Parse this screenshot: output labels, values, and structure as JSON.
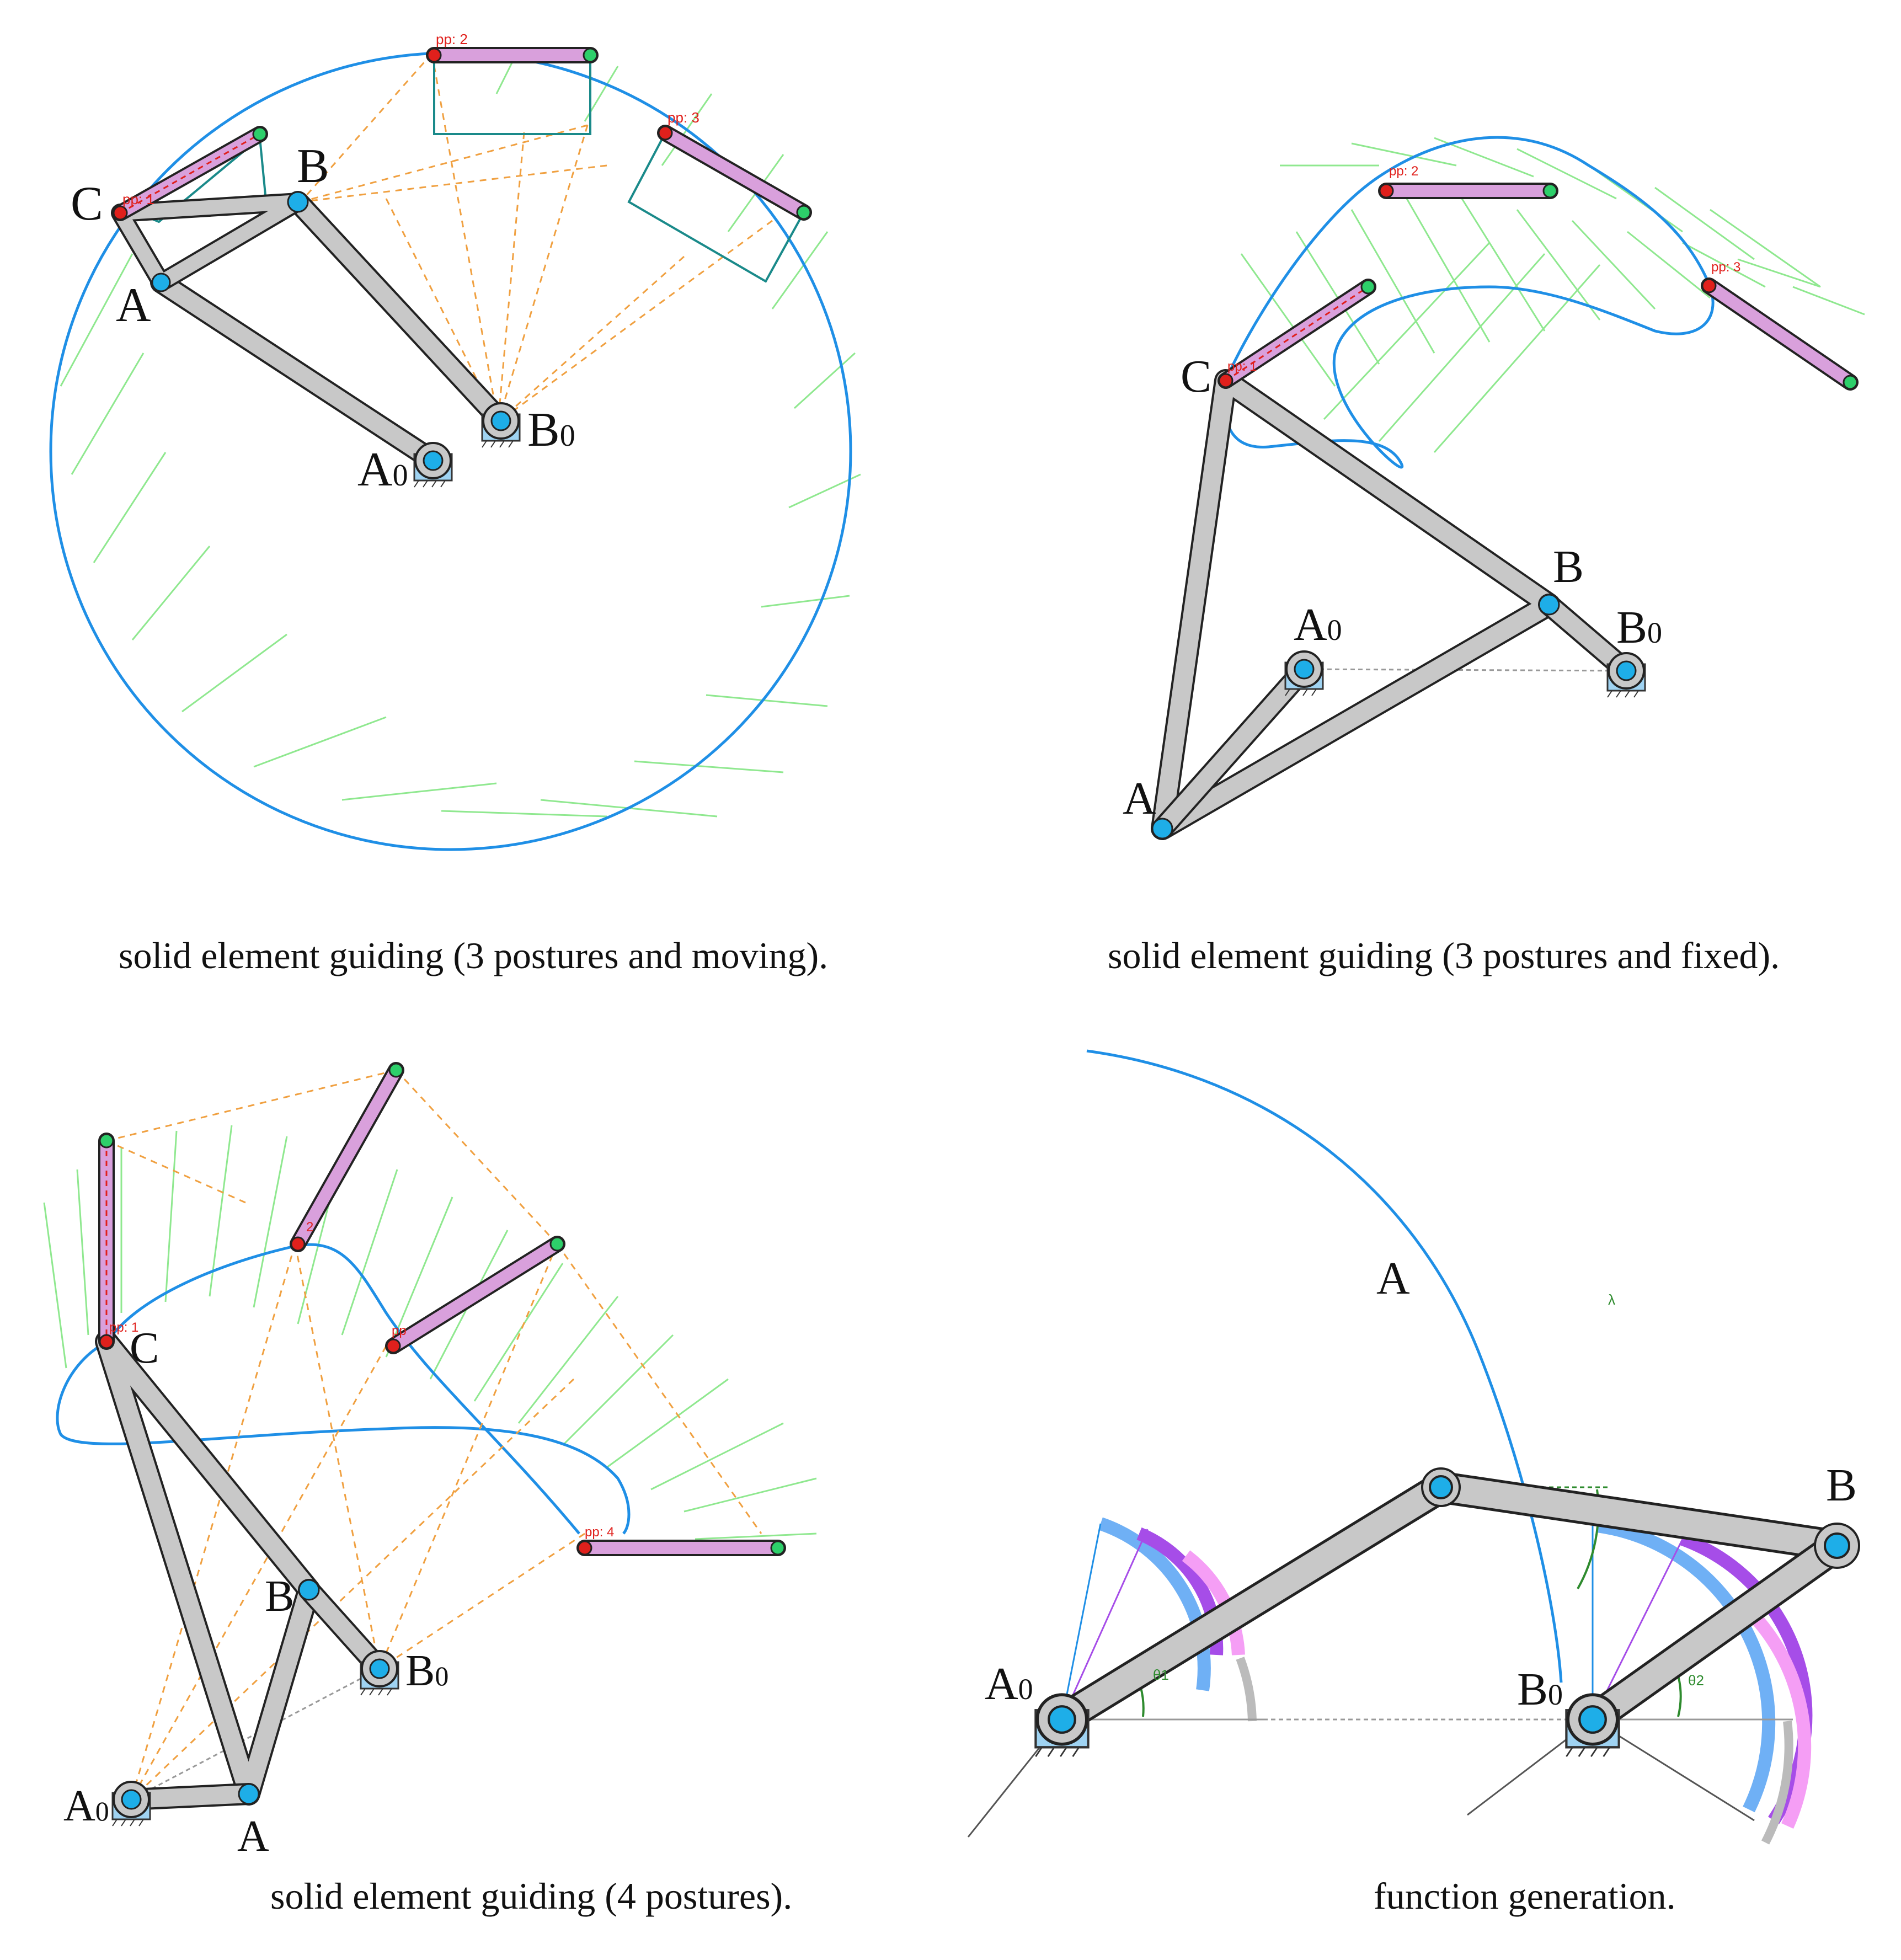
{
  "colors": {
    "link_fill": "#c8c8c8",
    "link_stroke": "#222222",
    "joint_blue": "#1eaee8",
    "coupler_fill": "#d9a0dc",
    "pp_red": "#e0201c",
    "pp_green": "#2dcf6a",
    "curve_blue": "#1f8fe6",
    "trace_green": "#8fe88f",
    "construct_orange": "#f0a040",
    "arc_blue": "#6fb0f5",
    "arc_purple": "#a64de8",
    "arc_pink": "#f59ef5",
    "arc_gray": "#bbbbbb",
    "angle_green": "#2e8b2e"
  },
  "panels": [
    {
      "caption": "solid element guiding (3 postures and moving).",
      "labels": {
        "A": "A",
        "B": "B",
        "C": "C",
        "A0": "A",
        "B0": "B",
        "sub": "0"
      },
      "pp": [
        "pp: 1",
        "pp: 2",
        "pp: 3"
      ]
    },
    {
      "caption": "solid element guiding (3 postures and fixed).",
      "labels": {
        "A": "A",
        "B": "B",
        "C": "C",
        "A0": "A",
        "B0": "B",
        "sub": "0"
      },
      "pp": [
        "pp: 1",
        "pp: 2",
        "pp: 3"
      ]
    },
    {
      "caption": "solid element guiding (4 postures).",
      "labels": {
        "A": "A",
        "B": "B",
        "C": "C",
        "A0": "A",
        "B0": "B",
        "sub": "0"
      },
      "pp": [
        "pp: 1",
        "2",
        "pp",
        "pp: 4"
      ]
    },
    {
      "caption": "function generation.",
      "labels": {
        "A": "A",
        "B": "B",
        "A0": "A",
        "B0": "B",
        "sub": "0"
      },
      "angles": {
        "theta1": "θ1",
        "theta2": "θ2",
        "lambda": "λ"
      }
    }
  ]
}
